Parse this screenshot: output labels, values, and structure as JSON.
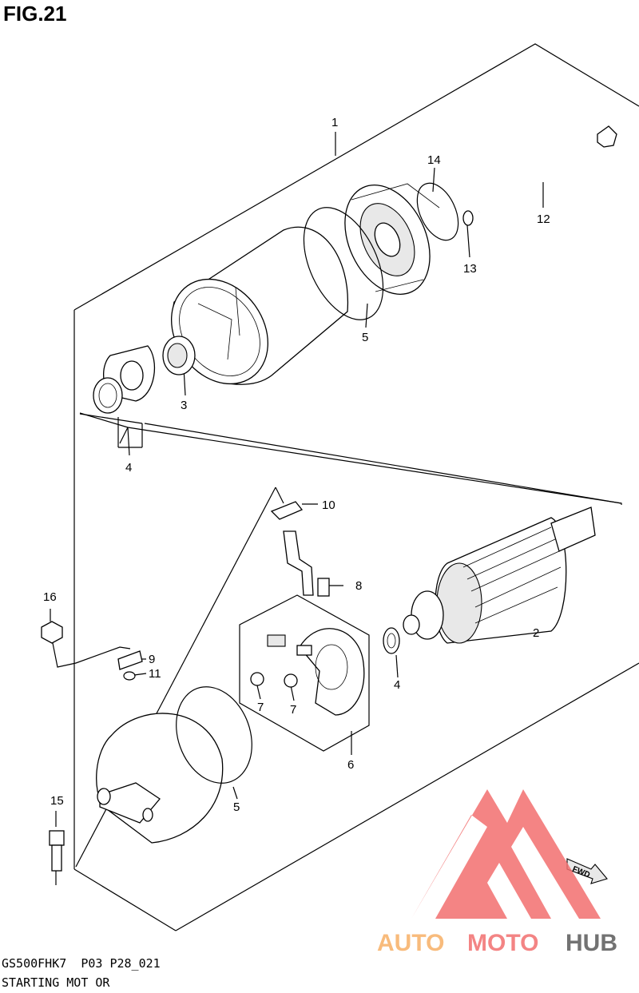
{
  "figure": {
    "title": "FIG.21"
  },
  "footer": {
    "model_code": "GS500FHK7  P03 P28_021",
    "caption": "STARTING MOT OR"
  },
  "parts": [
    {
      "id": "1",
      "label": "1"
    },
    {
      "id": "2",
      "label": "2"
    },
    {
      "id": "3",
      "label": "3"
    },
    {
      "id": "4a",
      "label": "4"
    },
    {
      "id": "4b",
      "label": "4"
    },
    {
      "id": "5a",
      "label": "5"
    },
    {
      "id": "5b",
      "label": "5"
    },
    {
      "id": "6",
      "label": "6"
    },
    {
      "id": "7a",
      "label": "7"
    },
    {
      "id": "7b",
      "label": "7"
    },
    {
      "id": "8",
      "label": "8"
    },
    {
      "id": "9",
      "label": "9"
    },
    {
      "id": "10",
      "label": "10"
    },
    {
      "id": "11",
      "label": "11"
    },
    {
      "id": "12",
      "label": "12"
    },
    {
      "id": "13",
      "label": "13"
    },
    {
      "id": "14",
      "label": "14"
    },
    {
      "id": "15",
      "label": "15"
    },
    {
      "id": "16",
      "label": "16"
    }
  ],
  "fwd_marker": {
    "label": "FWD"
  },
  "watermark": {
    "part1": "AUTO",
    "part2": "MOTO",
    "part3": "HUB",
    "color1": "#f7b066",
    "color2": "#f26f6f",
    "color3": "#5a5a5a",
    "logo_color": "#f26f6f"
  }
}
